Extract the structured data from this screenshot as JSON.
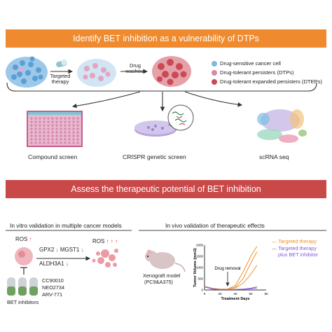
{
  "banner_top": "Identify BET inhibition as a vulnerability of DTPs",
  "banner_bottom": "Assess the therapeutic potential of BET inhibition",
  "workflow": {
    "step1_label": "Targeted therapy",
    "step2_label": "Drug washout"
  },
  "legend": [
    {
      "label": "Drug-sensitive cancer cell",
      "color": "#7fb8e0"
    },
    {
      "label": "Drug-tolerant persisters (DTPs)",
      "color": "#d48ca6"
    },
    {
      "label": "Drug-tolerant expanded persisters (DTEPs)",
      "color": "#c94a55"
    }
  ],
  "screens": {
    "compound": "Compound screen",
    "crispr": "CRISPR genetic screen",
    "scrna": "scRNA seq"
  },
  "in_vitro": {
    "title": "In vitro validation in multiple cancer models",
    "ros_top": "ROS",
    "ros_top_arrow": "↑",
    "ros_right": "ROS",
    "ros_right_arrows": "↑ ↑ ↑",
    "gpx2": "GPX2",
    "mgst1": "MGST1",
    "aldh3a1": "ALDH3A1",
    "down_arrow": "↓",
    "inhibitors": [
      "CC90010",
      "NEO2734",
      "ARV-771"
    ],
    "bet_label": "BET inhibitors"
  },
  "in_vivo": {
    "title": "In vivo validation of therapeutic effects",
    "model_line1": "Xenograft model",
    "model_line2": "(PC9&A375)",
    "drug_removal": "Drug removal",
    "legend_targeted": "Targeted therapy",
    "legend_bet_line1": "Targeted therapy",
    "legend_bet_line2": "plus BET inhibitor",
    "colors": {
      "targeted": "#f0922e",
      "bet": "#8a5bd6"
    }
  },
  "chart_data": {
    "type": "line",
    "xlabel": "Treatment Days",
    "ylabel": "Tumor Volume (mm3)",
    "x_ticks": [
      "0",
      "20",
      "40",
      "60",
      "80"
    ],
    "y_ticks": [
      "0",
      "500",
      "1000",
      "1500",
      "2000"
    ],
    "xlim": [
      0,
      80
    ],
    "ylim": [
      0,
      2000
    ],
    "annotation": {
      "text": "Drug removal",
      "x": 30
    },
    "series": [
      {
        "name": "Targeted therapy",
        "color": "#f0922e",
        "x": [
          0,
          10,
          20,
          30,
          40,
          50,
          60,
          68
        ],
        "y": [
          150,
          60,
          30,
          30,
          120,
          500,
          1200,
          1700
        ]
      },
      {
        "name": "Targeted therapy",
        "color": "#f0922e",
        "x": [
          0,
          10,
          20,
          30,
          40,
          50,
          60,
          68
        ],
        "y": [
          160,
          80,
          40,
          40,
          200,
          800,
          1500,
          1950
        ]
      },
      {
        "name": "Targeted therapy",
        "color": "#f0922e",
        "x": [
          0,
          10,
          20,
          30,
          40,
          50,
          60,
          68
        ],
        "y": [
          140,
          50,
          30,
          35,
          90,
          300,
          700,
          1100
        ]
      },
      {
        "name": "Targeted therapy plus BET inhibitor",
        "color": "#8a5bd6",
        "x": [
          0,
          10,
          20,
          30,
          40,
          50,
          60,
          68
        ],
        "y": [
          150,
          50,
          20,
          20,
          25,
          40,
          80,
          140
        ]
      },
      {
        "name": "Targeted therapy plus BET inhibitor",
        "color": "#8a5bd6",
        "x": [
          0,
          10,
          20,
          30,
          40,
          50,
          60,
          68
        ],
        "y": [
          140,
          40,
          20,
          15,
          20,
          30,
          50,
          90
        ]
      }
    ]
  }
}
